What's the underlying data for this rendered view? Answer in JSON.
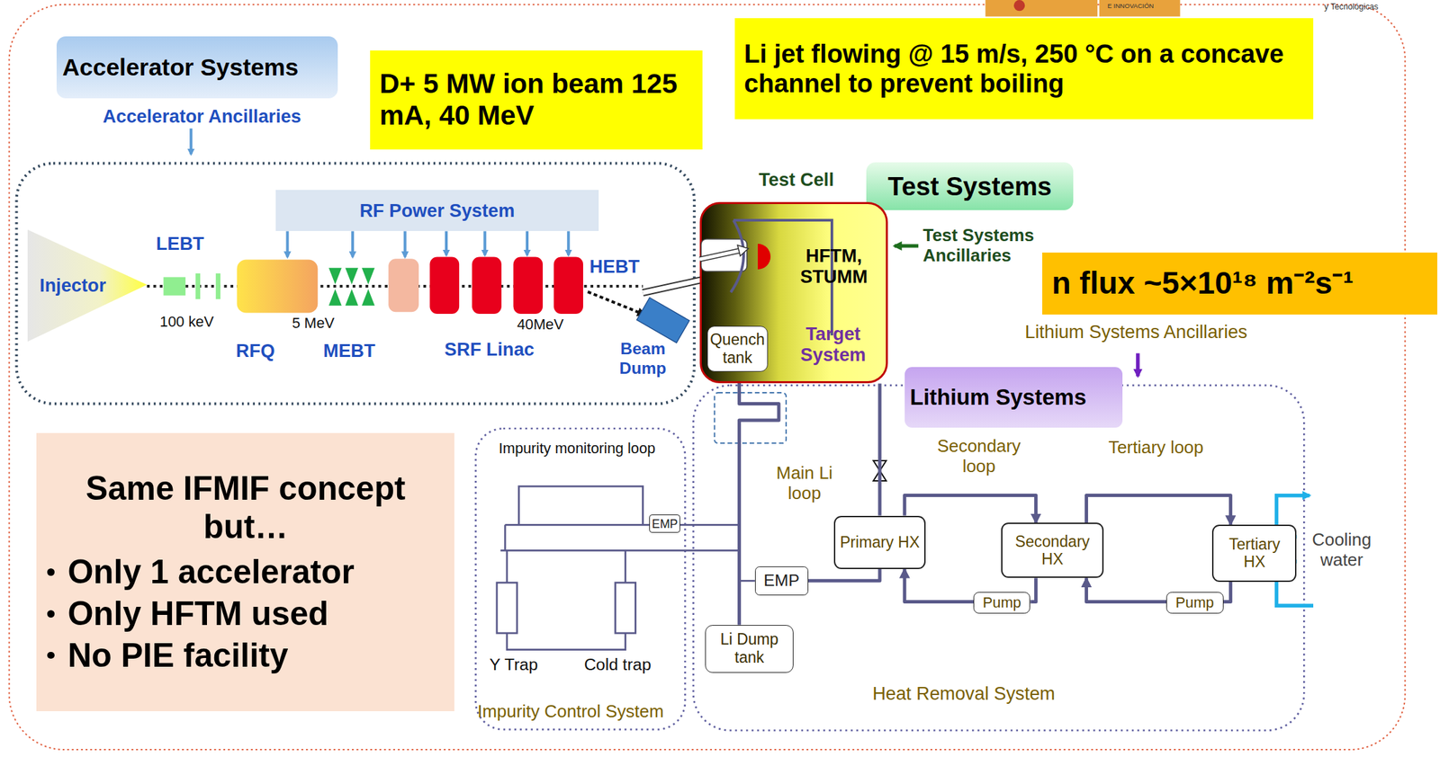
{
  "diagram": {
    "nodes": [
      {
        "text": [
          "Accelerator Systems"
        ]
      },
      {
        "text": [
          "D+ 5 MW ion beam 125 mA, 40 MeV"
        ]
      },
      {
        "text": [
          "Li jet flowing @ 15 m/s, 250 °C on a concave channel to prevent boiling"
        ]
      },
      {
        "text": [
          "RF Power System"
        ]
      },
      {
        "text": [
          "Injector"
        ]
      },
      {
        "text": [
          "Test Systems"
        ]
      },
      {
        "text": [
          "Test Cell",
          "Target System"
        ]
      },
      {
        "text": [
          "Quench tank"
        ],
        "in": 6
      },
      {
        "text": [
          "Beam Dump"
        ]
      },
      {
        "text": [
          "n flux ~5×10¹⁸ m⁻²s⁻¹"
        ]
      },
      {
        "text": [
          "Lithium Systems"
        ]
      },
      {
        "text": [
          "Primary HX"
        ]
      },
      {
        "text": [
          "Secondary HX"
        ]
      },
      {
        "text": [
          "Tertiary HX"
        ]
      },
      {
        "text": [
          "EMP"
        ]
      },
      {
        "text": [
          "EMP"
        ]
      },
      {
        "text": [
          "Li Dump tank"
        ]
      },
      {
        "text": [
          "Pump"
        ]
      },
      {
        "text": [
          "Pump"
        ]
      },
      {
        "text": [
          "Same IFMIF concept but…",
          "Only 1 accelerator",
          "Only HFTM used",
          "No PIE facility"
        ]
      }
    ],
    "edges": [
      {
        "from": 7,
        "to": 16,
        "arrow": "none"
      },
      {
        "from": 6,
        "to": 11,
        "arrow": "none"
      },
      {
        "from": 11,
        "to": 14,
        "arrow": "none"
      },
      {
        "from": 11,
        "to": 12,
        "arrow": "to"
      },
      {
        "from": 12,
        "to": 17,
        "arrow": "none"
      },
      {
        "from": 17,
        "to": 11,
        "arrow": "to"
      },
      {
        "from": 12,
        "to": 13,
        "arrow": "to"
      },
      {
        "from": 13,
        "to": 18,
        "arrow": "none"
      },
      {
        "from": 18,
        "to": 12,
        "arrow": "to"
      }
    ],
    "labels": [
      "E INNOVACIÓN",
      "y Tecnológicas",
      "Accelerator Ancillaries",
      "LEBT",
      "100 keV",
      "5 MeV",
      "40MeV",
      "RFQ",
      "MEBT",
      "SRF Linac",
      "HEBT",
      "HFTM, STUMM",
      "Test Systems Ancillaries",
      "Lithium Systems Ancillaries",
      "Impurity monitoring loop",
      "Main Li loop",
      "Secondary loop",
      "Tertiary loop",
      "Cooling water",
      "Y Trap",
      "Cold trap",
      "Impurity Control System",
      "Heat Removal System"
    ]
  }
}
